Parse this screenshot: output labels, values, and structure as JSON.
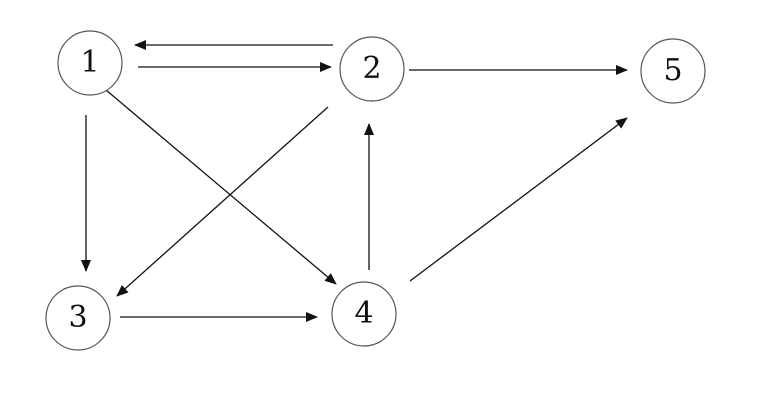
{
  "diagram": {
    "nodes": [
      {
        "id": "1",
        "label": "1"
      },
      {
        "id": "2",
        "label": "2"
      },
      {
        "id": "3",
        "label": "3"
      },
      {
        "id": "4",
        "label": "4"
      },
      {
        "id": "5",
        "label": "5"
      }
    ],
    "edges": [
      {
        "from": "2",
        "to": "1"
      },
      {
        "from": "1",
        "to": "2"
      },
      {
        "from": "2",
        "to": "5"
      },
      {
        "from": "1",
        "to": "3"
      },
      {
        "from": "1",
        "to": "4"
      },
      {
        "from": "2",
        "to": "3"
      },
      {
        "from": "4",
        "to": "2"
      },
      {
        "from": "4",
        "to": "5"
      },
      {
        "from": "3",
        "to": "4"
      }
    ],
    "colors": {
      "stroke": "#111111",
      "node_border": "#555555"
    }
  }
}
